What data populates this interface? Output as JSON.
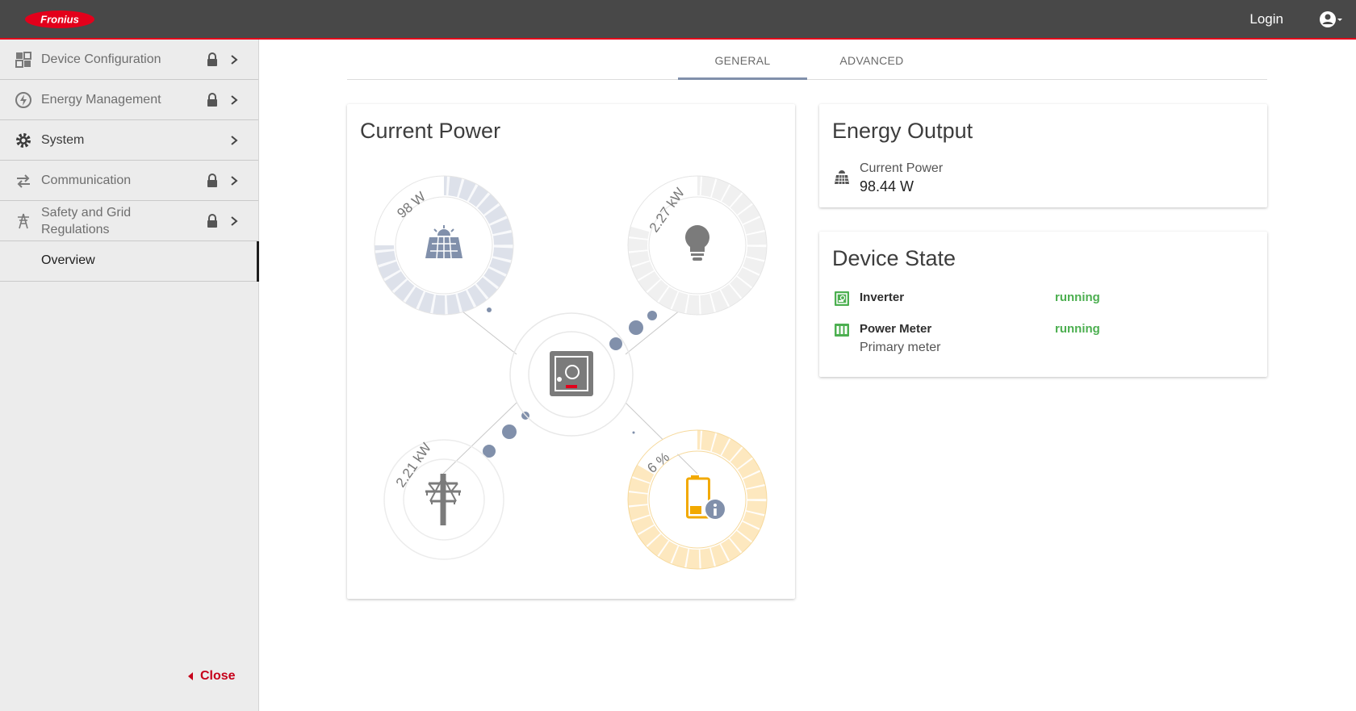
{
  "header": {
    "brand": "Fronius",
    "login_label": "Login",
    "accent_color": "#e3001b"
  },
  "sidebar": {
    "items": [
      {
        "label": "Device Configuration",
        "icon": "puzzle-icon",
        "locked": true
      },
      {
        "label": "Energy Management",
        "icon": "energy-icon",
        "locked": true
      },
      {
        "label": "System",
        "icon": "gear-icon",
        "locked": false
      },
      {
        "label": "Communication",
        "icon": "arrows-icon",
        "locked": true
      },
      {
        "label": "Safety and Grid Regulations",
        "icon": "pylon-icon",
        "locked": true
      }
    ],
    "active_sub": "Overview",
    "close_label": "Close"
  },
  "tabs": {
    "general": "GENERAL",
    "advanced": "ADVANCED"
  },
  "current_power": {
    "title": "Current Power",
    "pv_value": "98 W",
    "load_value": "2.27 kW",
    "grid_value": "2.21 kW",
    "battery_value": "6 %"
  },
  "energy_output": {
    "title": "Energy Output",
    "label": "Current Power",
    "value": "98.44 W"
  },
  "device_state": {
    "title": "Device State",
    "inverter_label": "Inverter",
    "inverter_status": "running",
    "meter_label": "Power Meter",
    "meter_sub": "Primary meter",
    "meter_status": "running",
    "status_color": "#4caf50"
  }
}
